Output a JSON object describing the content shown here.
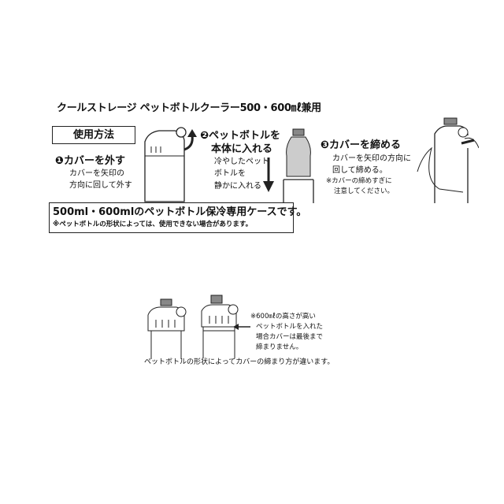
{
  "title": "クールストレージ ペットボトルクーラー500・600㎖兼用",
  "howto_label": "使用方法",
  "steps": [
    {
      "num": "❶",
      "heading": "カバーを外す",
      "lines": [
        "カバーを矢印の",
        "方向に回して外す"
      ]
    },
    {
      "num": "❷",
      "heading": [
        "ペットボトルを",
        "本体に入れる"
      ],
      "lines": [
        "冷やしたペット",
        "ボトルを",
        "静かに入れる"
      ]
    },
    {
      "num": "❸",
      "heading": "カバーを締める",
      "lines": [
        "カバーを矢印の方向に",
        "回して締める。"
      ],
      "note": [
        "※カバーの締めすぎに",
        "注意してください。"
      ]
    }
  ],
  "notice": {
    "main": "500ml・600mlのペットボトル保冷専用ケースです。",
    "sub": "※ペットボトルの形状によっては、使用できない場合があります。"
  },
  "bottom_note": [
    "※600㎖の高さが高い",
    "ペットボトルを入れた",
    "場合カバーは最後まで",
    "締まりません。"
  ],
  "bottom_caption": "ペットボトルの形状によってカバーの締まり方が違います。"
}
